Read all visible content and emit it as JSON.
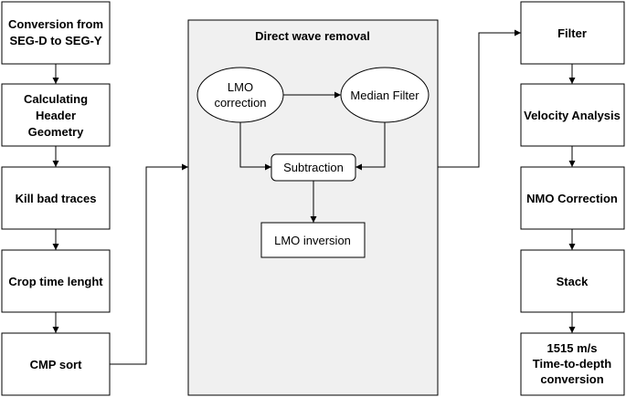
{
  "left_column": {
    "conversion_line1": "Conversion from",
    "conversion_line2": "SEG-D to SEG-Y",
    "header_line1": "Calculating",
    "header_line2": "Header",
    "header_line3": "Geometry",
    "kill": "Kill bad traces",
    "crop": "Crop time lenght",
    "cmp": "CMP sort"
  },
  "direct_wave": {
    "title": "Direct wave removal",
    "lmo_line1": "LMO",
    "lmo_line2": "correction",
    "median": "Median Filter",
    "subtraction": "Subtraction",
    "inversion": "LMO inversion"
  },
  "right_column": {
    "filter": "Filter",
    "velocity": "Velocity Analysis",
    "nmo": "NMO Correction",
    "stack": "Stack",
    "depth_line1": "1515 m/s",
    "depth_line2": "Time-to-depth",
    "depth_line3": "conversion"
  }
}
